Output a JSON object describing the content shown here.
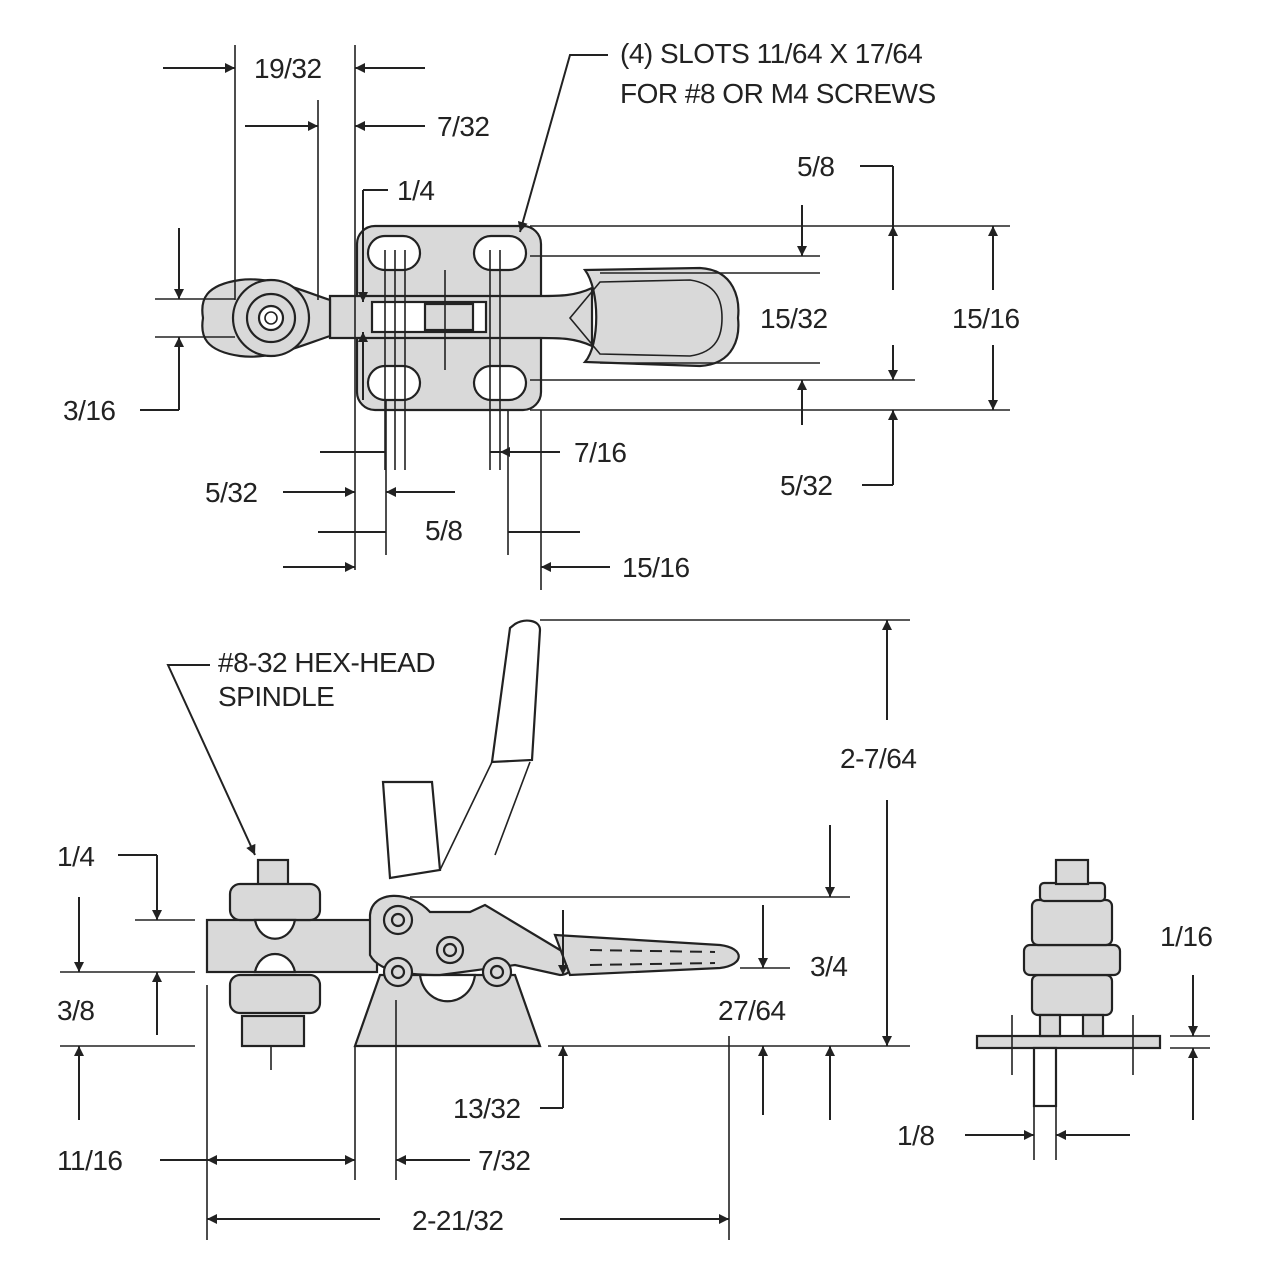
{
  "notes": {
    "slots_line1": "(4) SLOTS 11/64 X 17/64",
    "slots_line2": "FOR #8 OR M4 SCREWS",
    "spindle_line1": "#8-32 HEX-HEAD",
    "spindle_line2": "SPINDLE"
  },
  "top_view": {
    "dim_19_32": "19/32",
    "dim_7_32": "7/32",
    "dim_1_4": "1/4",
    "dim_5_8_right": "5/8",
    "dim_15_32": "15/32",
    "dim_15_16_right": "15/16",
    "dim_3_16": "3/16",
    "dim_7_16": "7/16",
    "dim_5_32_right": "5/32",
    "dim_5_32_bottom": "5/32",
    "dim_5_8_bottom": "5/8",
    "dim_15_16_bottom": "15/16"
  },
  "side_view": {
    "dim_2_7_64": "2-7/64",
    "dim_1_4": "1/4",
    "dim_3_8": "3/8",
    "dim_3_4": "3/4",
    "dim_27_64": "27/64",
    "dim_13_32": "13/32",
    "dim_11_16": "11/16",
    "dim_7_32": "7/32",
    "dim_2_21_32": "2-21/32"
  },
  "end_view": {
    "dim_1_16": "1/16",
    "dim_1_8": "1/8"
  }
}
